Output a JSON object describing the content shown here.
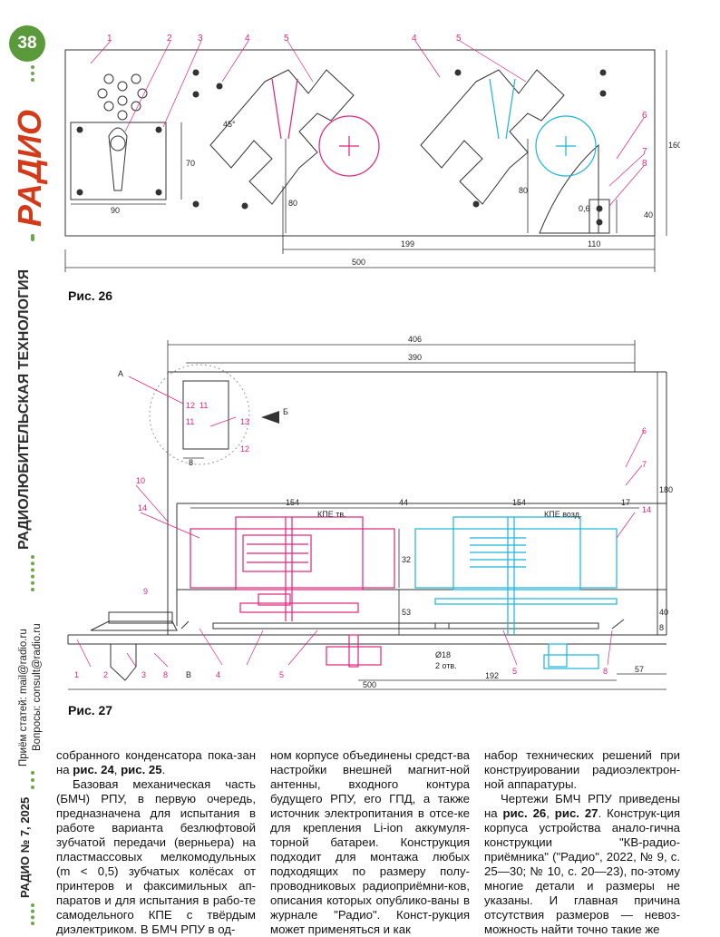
{
  "sidebar": {
    "page_number": "38",
    "logo": "РАДИО",
    "section": "РАДИОЛЮБИТЕЛЬСКАЯ ТЕХНОЛОГИЯ",
    "contact_articles": "Приём статей: mail@radio.ru",
    "contact_questions": "Вопросы: consult@radio.ru",
    "issue": "РАДИО № 7, 2025"
  },
  "fig26": {
    "caption": "Рис. 26",
    "labels": [
      "1",
      "2",
      "3",
      "4",
      "5",
      "4",
      "5",
      "6",
      "7",
      "8"
    ],
    "dims": {
      "d45": "45°",
      "d70": "70",
      "d90": "90",
      "d80a": "80",
      "d80b": "80",
      "d06": "0,6",
      "d40": "40",
      "d160": "160",
      "d199": "199",
      "d110": "110",
      "d500": "500"
    }
  },
  "fig27": {
    "caption": "Рис. 27",
    "labels": {
      "A": "А",
      "B": "Б",
      "V": "В",
      "l1": "1",
      "l2": "2",
      "l3": "3",
      "l4": "4",
      "l5a": "5",
      "l5b": "5",
      "l6": "6",
      "l7": "7",
      "l8a": "8",
      "l8b": "8",
      "l9": "9",
      "l10": "10",
      "l11a": "11",
      "l11b": "11",
      "l12a": "12",
      "l12b": "12",
      "l13": "13",
      "l14a": "14",
      "l14b": "14",
      "kpe_tv": "КПЕ тв.",
      "kpe_vozd": "КПЕ возд."
    },
    "dims": {
      "d406": "406",
      "d390": "390",
      "d180": "180",
      "d154a": "154",
      "d44": "44",
      "d154b": "154",
      "d17": "17",
      "d32": "32",
      "d53": "53",
      "d40": "40",
      "d8a": "8",
      "d8b": "8",
      "d18": "Ø18",
      "otv": "2 отв.",
      "d192": "192",
      "d57": "57",
      "d500": "500"
    }
  },
  "text": {
    "col1_p1_a": "собранного конденсатора пока-зан на ",
    "col1_p1_b": "рис. 24",
    "col1_p1_c": ", ",
    "col1_p1_d": "рис. 25",
    "col1_p1_e": ".",
    "col1_p2": "Базовая механическая часть (БМЧ) РПУ, в первую очередь, предназначена для испытания в работе варианта безлюфтовой зубчатой передачи (верньера) на пластмассовых мелкомодульных (m < 0,5) зубчатых колёсах от принтеров и факсимильных ап-паратов и для испытания в рабо-те самодельного КПЕ с твёрдым диэлектриком. В БМЧ РПУ в од-",
    "col2": "ном корпусе объединены средст-ва настройки внешней магнит-ной антенны, входного контура будущего РПУ, его ГПД, а также источник электропитания в отсе-ке для крепления Li-ion аккумуля-торной батареи. Конструкция подходит для монтажа любых подходящих по размеру полу-проводниковых радиоприёмни-ков, описания которых опублико-ваны в журнале \"Радио\". Конст-рукция может применяться и как",
    "col3_p1": "набор технических решений при конструировании радиоэлектрон-ной аппаратуры.",
    "col3_p2_a": "Чертежи БМЧ РПУ приведены на ",
    "col3_p2_b": "рис. 26",
    "col3_p2_c": ", ",
    "col3_p2_d": "рис. 27",
    "col3_p2_e": ". Конструк-ция корпуса устройства анало-гична конструкции \"КВ-радио-приёмника\" (\"Радио\", 2022, № 9, с. 25—30; № 10, с. 20—23), по-этому многие детали и размеры не указаны. И главная причина отсутствия размеров — невоз-можность найти точно такие же"
  }
}
